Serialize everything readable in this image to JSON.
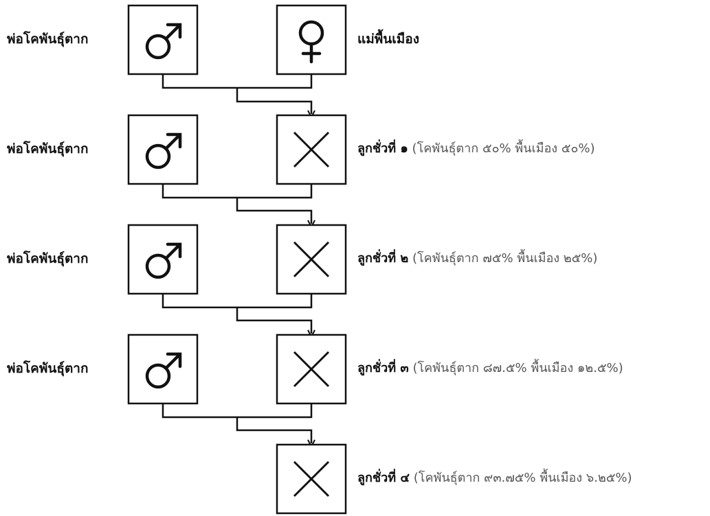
{
  "diagram": {
    "father_symbol": "♂",
    "mother_symbol": "♀",
    "parents": {
      "father_label": "พ่อโคพันธุ์ตาก",
      "mother_label": "แม่พื้นเมือง"
    },
    "generations": [
      {
        "father_label": "พ่อโคพันธุ์ตาก",
        "offspring_title": "ลูกชั่วที่ ๑",
        "offspring_detail": "(โคพันธุ์ตาก ๕๐% พื้นเมือง ๕๐%)"
      },
      {
        "father_label": "พ่อโคพันธุ์ตาก",
        "offspring_title": "ลูกชั่วที่ ๒",
        "offspring_detail": "(โคพันธุ์ตาก ๗๕% พื้นเมือง ๒๕%)"
      },
      {
        "father_label": "พ่อโคพันธุ์ตาก",
        "offspring_title": "ลูกชั่วที่ ๓",
        "offspring_detail": "(โคพันธุ์ตาก ๘๗.๕% พื้นเมือง ๑๒.๕%)"
      },
      {
        "offspring_title": "ลูกชั่วที่ ๔",
        "offspring_detail": "(โคพันธุ์ตาก ๙๓.๗๕% พื้นเมือง ๖.๒๕%)"
      }
    ]
  }
}
